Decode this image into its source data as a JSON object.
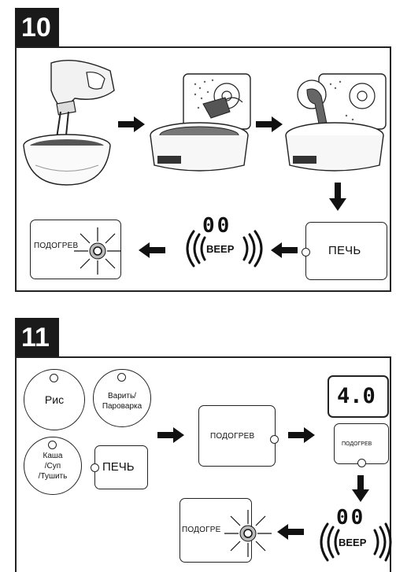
{
  "step10": {
    "number": "10",
    "reheat_label": "ПОДОГРЕВ",
    "beep_digits": "00",
    "beep_text": "BEEP",
    "bake_label": "ПЕЧЬ"
  },
  "step11": {
    "number": "11",
    "rice_label": "Рис",
    "steam_label_1": "Варить/",
    "steam_label_2": "Пароварка",
    "porridge_label_1": "Каша",
    "porridge_label_2": "/Суп",
    "porridge_label_3": "/Тушить",
    "bake_label": "ПЕЧЬ",
    "reheat_label": "ПОДОГРЕВ",
    "display_value": "4.0",
    "small_reheat_label": "ПОДОГРЕВ",
    "beep_digits": "00",
    "beep_text": "BEEP",
    "reheat_glow_label": "ПОДОГРЕ"
  }
}
